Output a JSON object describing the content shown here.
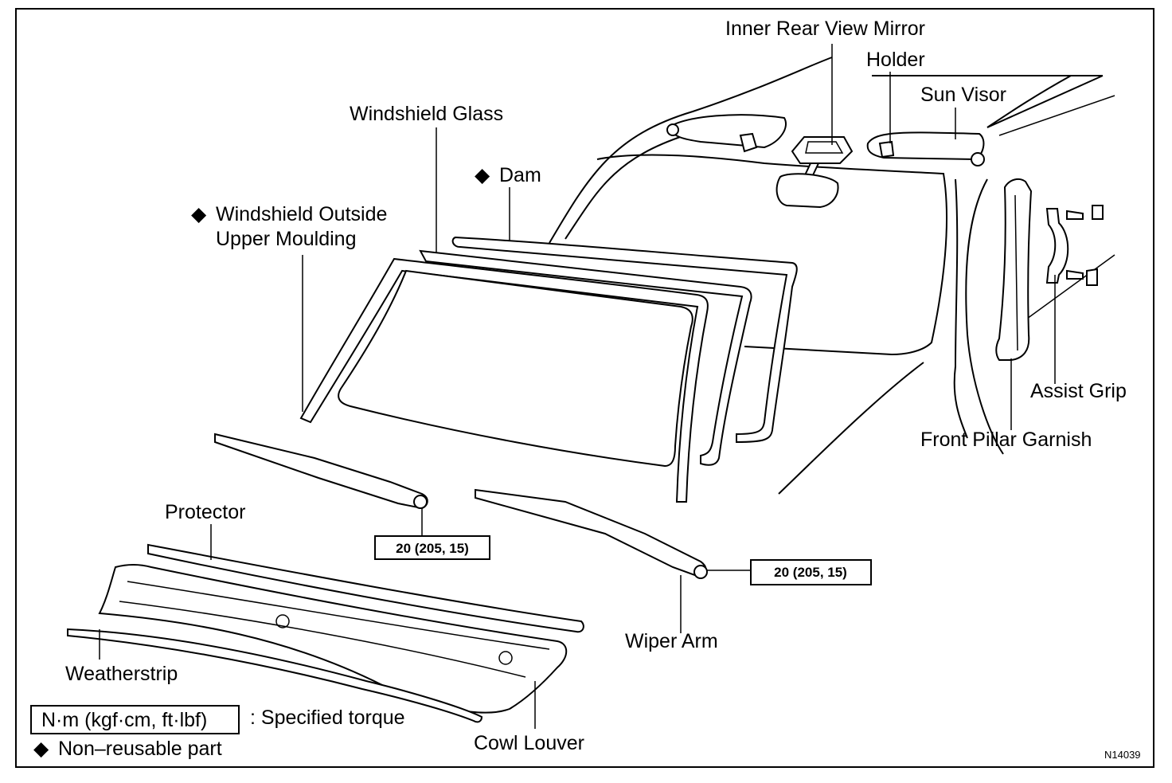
{
  "figure": {
    "code": "N14039",
    "labels": {
      "inner_rear_view_mirror": "Inner Rear View Mirror",
      "holder": "Holder",
      "sun_visor": "Sun Visor",
      "windshield_glass": "Windshield Glass",
      "dam": "Dam",
      "outside_upper_moulding_1": "Windshield Outside",
      "outside_upper_moulding_2": "Upper Moulding",
      "assist_grip": "Assist Grip",
      "front_pillar_garnish": "Front Pillar Garnish",
      "protector": "Protector",
      "wiper_arm": "Wiper Arm",
      "weatherstrip": "Weatherstrip",
      "cowl_louver": "Cowl Louver"
    },
    "non_reusable_marker": "◆",
    "torque_left": "20 (205, 15)",
    "torque_right": "20 (205, 15)"
  },
  "legend": {
    "torque_units": "N·m (kgf·cm, ft·lbf)",
    "torque_desc": ": Specified torque",
    "marker": "◆",
    "non_reusable": "Non–reusable part"
  }
}
